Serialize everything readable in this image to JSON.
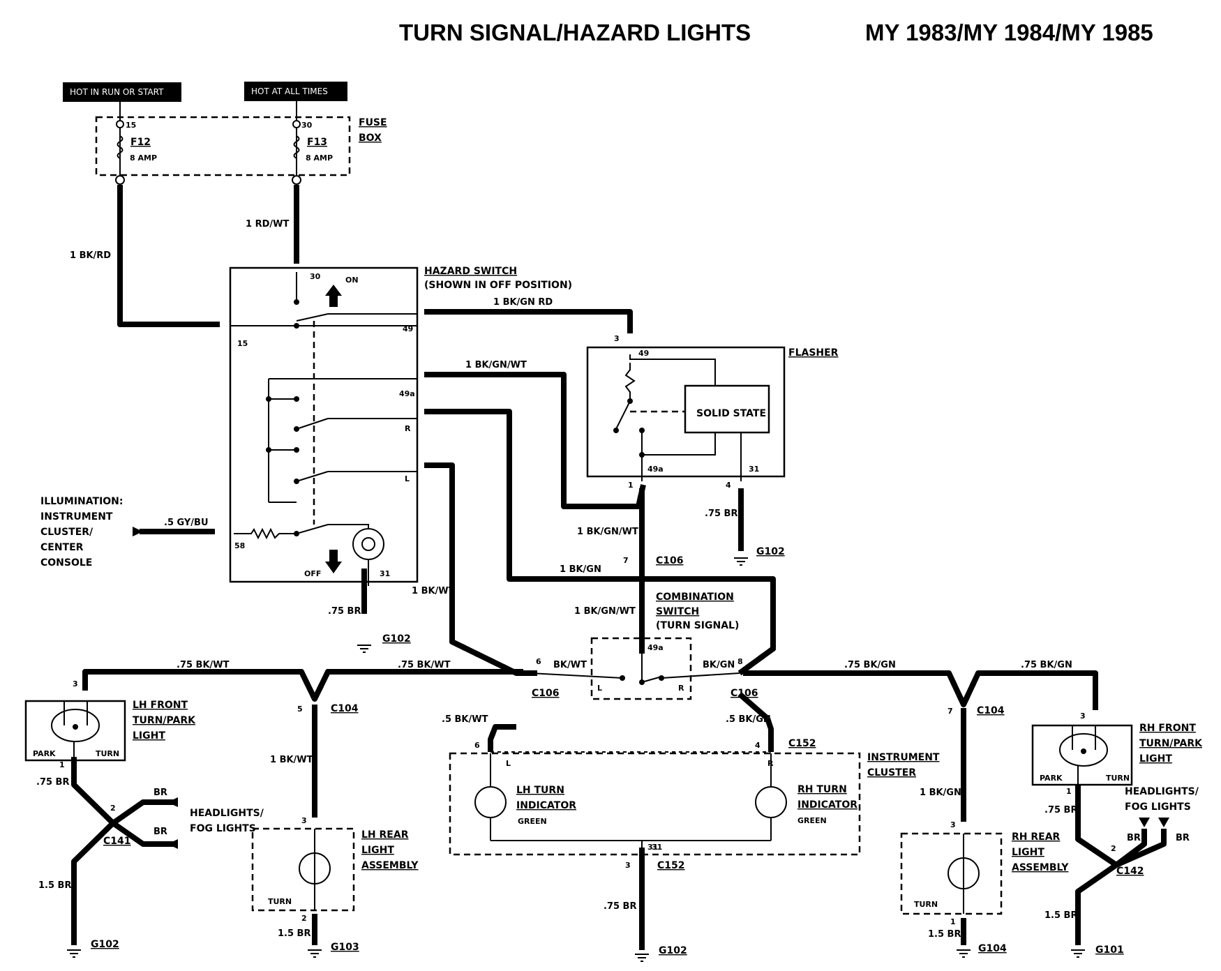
{
  "title": "TURN SIGNAL/HAZARD LIGHTS",
  "model_years": "MY 1983/MY 1984/MY 1985",
  "power_tags": {
    "run_start": "HOT IN RUN OR START",
    "always": "HOT AT ALL TIMES"
  },
  "fuse_box": {
    "label_1": "FUSE",
    "label_2": "BOX",
    "f12": {
      "name": "F12",
      "rating": "8 AMP",
      "terminal": "15"
    },
    "f13": {
      "name": "F13",
      "rating": "8 AMP",
      "terminal": "30"
    }
  },
  "hazard_switch": {
    "title": "HAZARD SWITCH",
    "subtitle": "(SHOWN IN OFF POSITION)",
    "on": "ON",
    "off": "OFF",
    "t30": "30",
    "t15": "15",
    "t49": "49",
    "t49a": "49a",
    "tR": "R",
    "tL": "L",
    "t58": "58",
    "t31": "31"
  },
  "flasher": {
    "title": "FLASHER",
    "solid_state": "SOLID STATE",
    "t49": "49",
    "t49a": "49a",
    "t31": "31",
    "pin3": "3",
    "pin1": "1",
    "pin4": "4"
  },
  "illumination": [
    "ILLUMINATION:",
    "INSTRUMENT",
    "CLUSTER/",
    "CENTER",
    "CONSOLE"
  ],
  "combination_switch": {
    "title_1": "COMBINATION",
    "title_2": "SWITCH",
    "subtitle": "(TURN SIGNAL)",
    "t49a": "49a",
    "L": "L",
    "R": "R"
  },
  "instrument_cluster": {
    "title_1": "INSTRUMENT",
    "title_2": "CLUSTER",
    "lh": [
      "LH TURN",
      "INDICATOR"
    ],
    "rh": [
      "RH TURN",
      "INDICATOR"
    ],
    "green": "GREEN",
    "L": "L",
    "R": "R",
    "t31": "31"
  },
  "lamps": {
    "lh_front": [
      "LH FRONT",
      "TURN/PARK",
      "LIGHT"
    ],
    "rh_front": [
      "RH FRONT",
      "TURN/PARK",
      "LIGHT"
    ],
    "lh_rear": [
      "LH REAR",
      "LIGHT",
      "ASSEMBLY"
    ],
    "rh_rear": [
      "RH REAR",
      "LIGHT",
      "ASSEMBLY"
    ],
    "park": "PARK",
    "turn": "TURN",
    "headlights": [
      "HEADLIGHTS/",
      "FOG LIGHTS"
    ]
  },
  "wires": {
    "bk_rd": "1 BK/RD",
    "rd_wt": "1 RD/WT",
    "bk_gn_rd": "1 BK/GN RD",
    "bk_gn_wt": "1 BK/GN/WT",
    "bk_gn": "1 BK/GN",
    "bk_wt": "1 BK/WT",
    "gy_bu": ".5 GY/BU",
    "br_75": ".75 BR",
    "br_15": "1.5 BR",
    "bk_wt_75": ".75 BK/WT",
    "bk_gn_75": ".75 BK/GN",
    "bk_wt_5": ".5 BK/WT",
    "bk_gn_5": ".5 BK/GN",
    "bk_wt_s": "BK/WT",
    "bk_gn_s": "BK/GN",
    "br": "BR"
  },
  "connectors": {
    "c106": "C106",
    "c104": "C104",
    "c141": "C141",
    "c142": "C142",
    "c152": "C152",
    "g101": "G101",
    "g102": "G102",
    "g103": "G103",
    "g104": "G104"
  },
  "pins": {
    "p1": "1",
    "p2": "2",
    "p3": "3",
    "p4": "4",
    "p5": "5",
    "p6": "6",
    "p7": "7",
    "p8": "8",
    "p31": "31"
  }
}
